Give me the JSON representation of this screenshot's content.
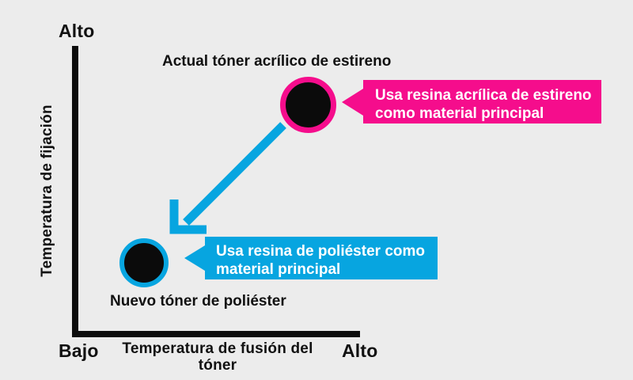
{
  "chart_data": {
    "type": "scatter",
    "title": "",
    "xlabel": "Temperatura de fusión\ndel tóner",
    "ylabel": "Temperatura de fijación",
    "x_ticks": [
      "Bajo",
      "Alto"
    ],
    "y_ticks": [
      "Alto"
    ],
    "grid": false,
    "legend": "none",
    "xlim": [
      0,
      1
    ],
    "ylim": [
      0,
      1
    ],
    "points": [
      {
        "name": "Actual tóner acrílico de estireno",
        "x": 0.73,
        "y": 0.88,
        "color": "#f50d8c",
        "fill": "#0b0b0b",
        "annotation": "Usa resina acrílica de estireno\ncomo material principal"
      },
      {
        "name": "Nuevo tóner de poliéster",
        "x": 0.17,
        "y": 0.32,
        "color": "#07a5e0",
        "fill": "#0b0b0b",
        "annotation": "Usa resina de poliéster como\nmaterial principal"
      }
    ],
    "arrows": [
      {
        "name": "improvement-trend-arrow",
        "from": [
          0.73,
          0.88
        ],
        "to": [
          0.17,
          0.32
        ],
        "color": "#07a5e0"
      }
    ]
  },
  "axes": {
    "y_top_label": "Alto",
    "y_title": "Temperatura de fijación",
    "x_left_label": "Bajo",
    "x_right_label": "Alto",
    "x_title": "Temperatura de fusión\ndel tóner",
    "axis_color": "#0d0d0d"
  },
  "nodes": {
    "current": {
      "caption": "Actual tóner acrílico de estireno",
      "ring_color": "#f50d8c",
      "fill_color": "#0b0b0b"
    },
    "new": {
      "caption": "Nuevo tóner de poliéster",
      "ring_color": "#07a5e0",
      "fill_color": "#0b0b0b"
    }
  },
  "callouts": {
    "pink": {
      "text": "Usa resina acrílica de estireno\ncomo material principal",
      "background": "#f50d8c",
      "text_color": "#ffffff"
    },
    "blue": {
      "text": "Usa resina de poliéster como\nmaterial principal",
      "background": "#07a5e0",
      "text_color": "#ffffff"
    }
  },
  "canvas": {
    "background": "#ececec"
  }
}
